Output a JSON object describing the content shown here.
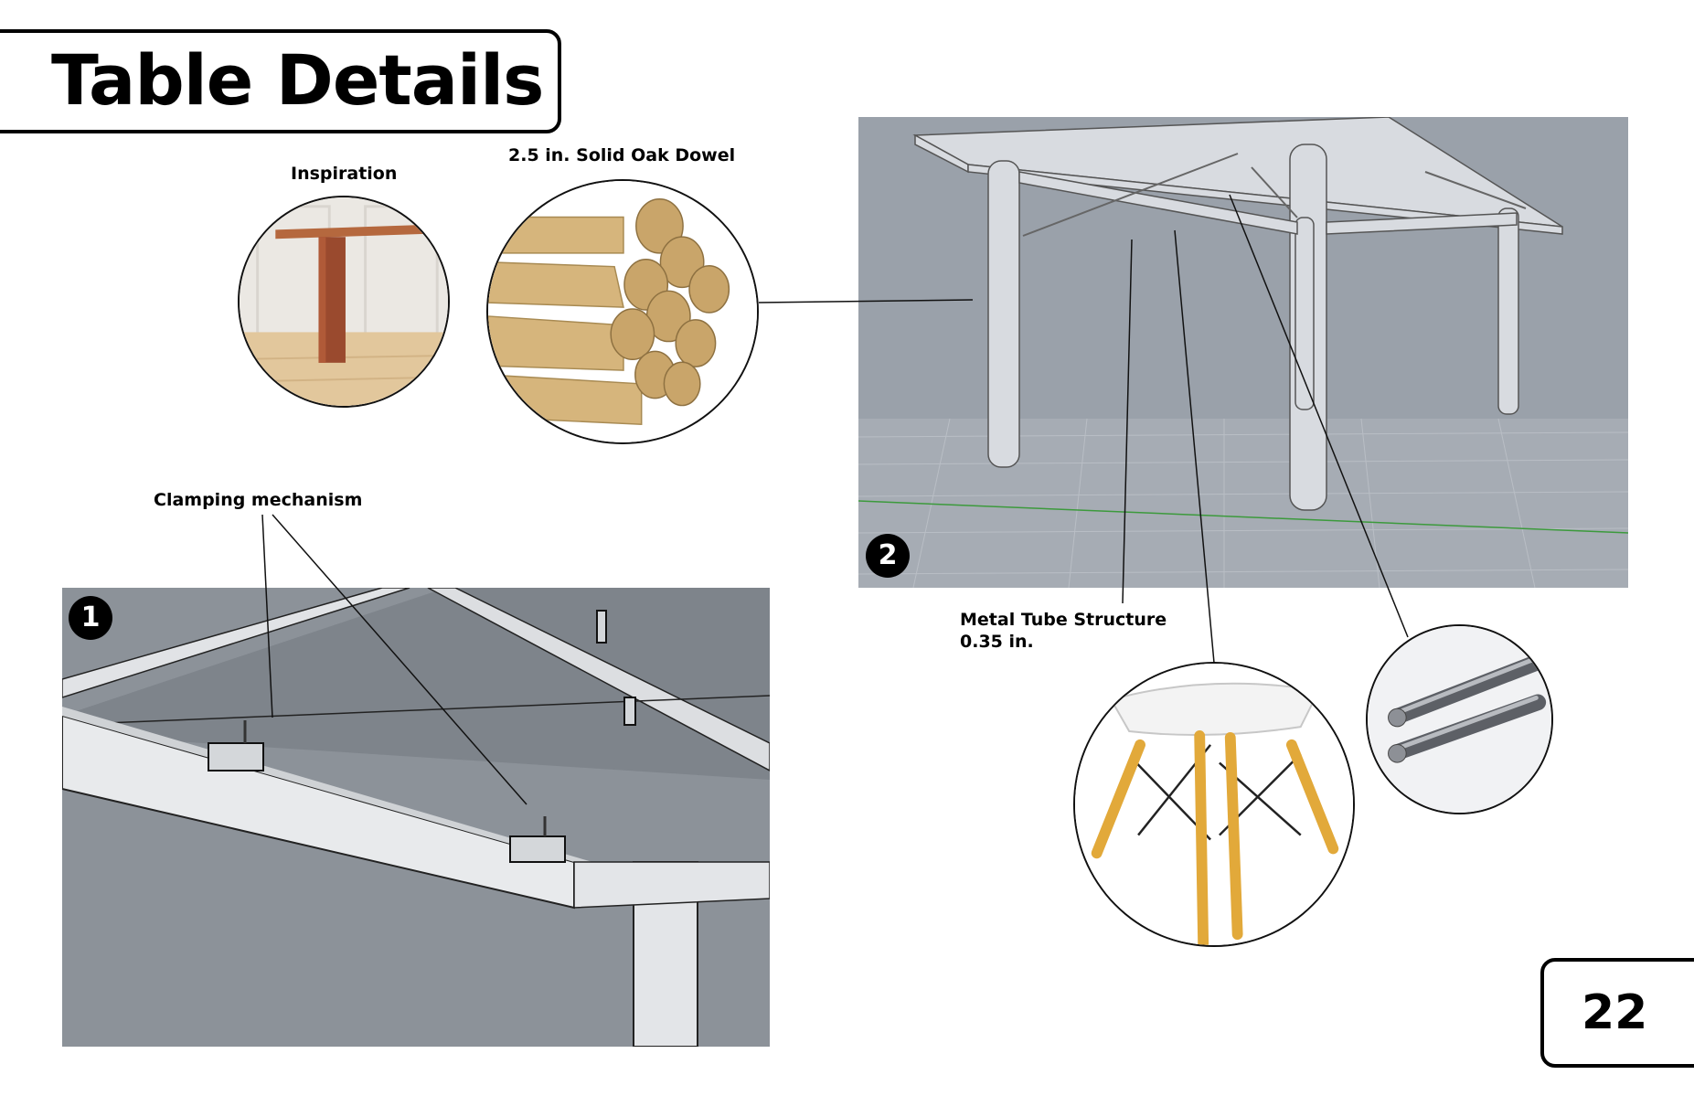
{
  "title": "Table Details",
  "labels": {
    "inspiration": "Inspiration",
    "dowel": "2.5 in. Solid Oak Dowel",
    "clamping": "Clamping mechanism",
    "metal_tube_line1": "Metal Tube Structure",
    "metal_tube_line2": "0.35 in."
  },
  "badges": {
    "render1": "1",
    "render2": "2"
  },
  "page_number": "22",
  "colors": {
    "render_bg": "#9aa1aa",
    "wood": "#d6b57c",
    "walnut": "#9a4a2e",
    "chair_wood": "#e2a93a",
    "steel": "#7a7d82"
  }
}
